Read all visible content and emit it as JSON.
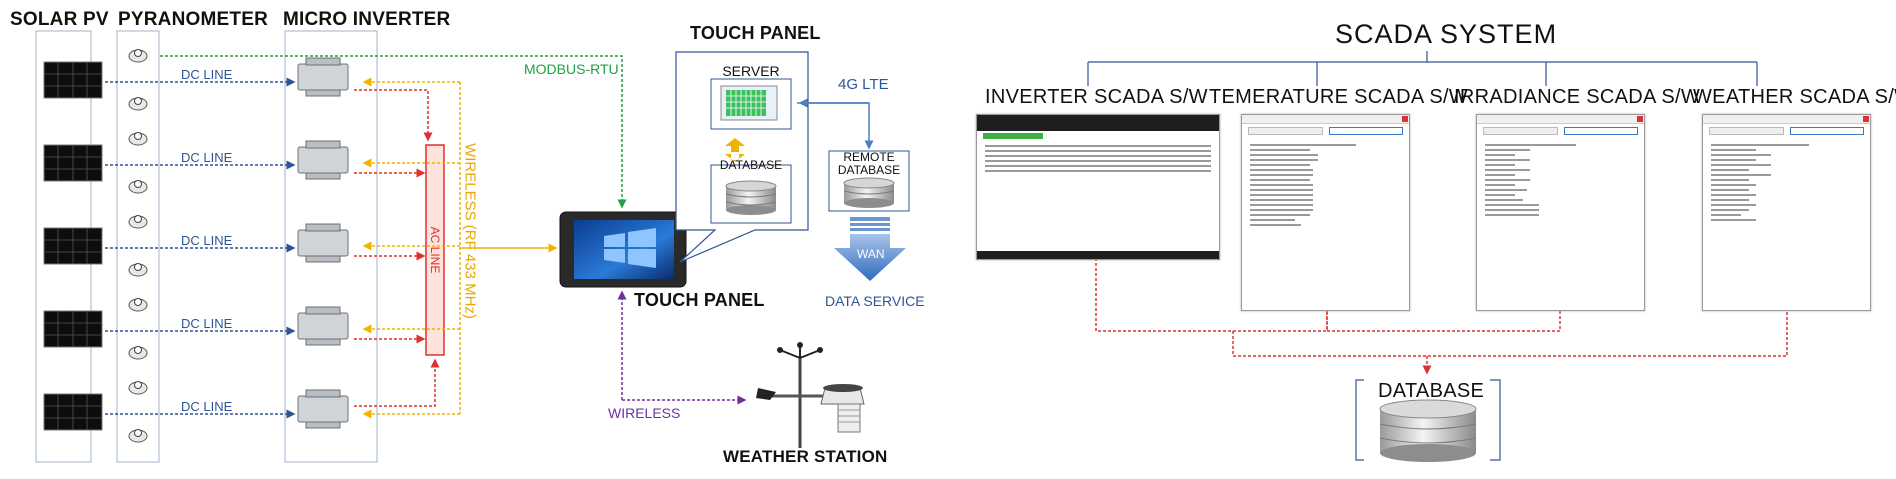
{
  "columns": {
    "solar_pv": "SOLAR PV",
    "pyranometer": "PYRANOMETER",
    "micro_inverter": "MICRO INVERTER"
  },
  "links": {
    "dc_line": "DC LINE",
    "modbus": "MODBUS-RTU",
    "wireless_rf": "WIRELESS (RF 433 MHz)",
    "ac_line": "AC LINE",
    "lte": "4G LTE",
    "wireless": "WIRELESS",
    "wan": "WAN"
  },
  "touch_panel": {
    "callout_title": "TOUCH PANEL",
    "server": "SERVER",
    "database": "DATABASE",
    "device_label": "TOUCH PANEL"
  },
  "remote": {
    "database_line1": "REMOTE",
    "database_line2": "DATABASE",
    "data_service": "DATA SERVICE"
  },
  "weather_station": "WEATHER STATION",
  "scada": {
    "title": "SCADA SYSTEM",
    "modules": [
      "INVERTER SCADA S/W",
      "TEMERATURE SCADA S/W",
      "IRRADIANCE SCADA S/W",
      "WEATHER SCADA S/W"
    ],
    "database": "DATABASE"
  },
  "colors": {
    "dc": "#2f5496",
    "modbus": "#20a040",
    "ac": "#e03030",
    "rf": "#f0b400",
    "wireless": "#7030a0",
    "lte": "#4a7fc1"
  }
}
